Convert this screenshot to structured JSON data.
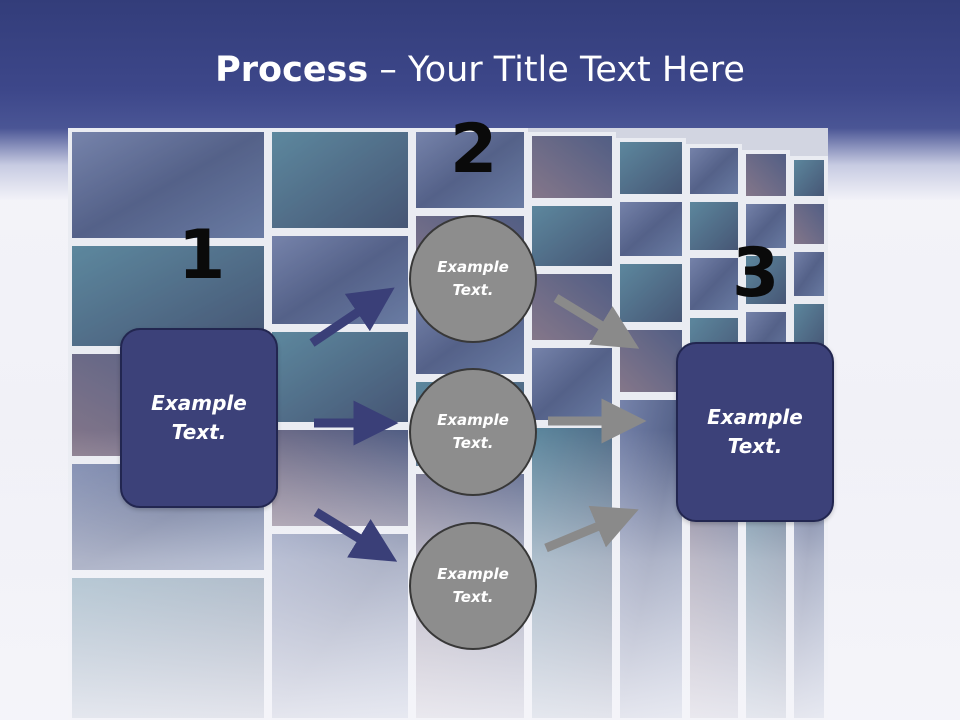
{
  "title": {
    "bold": "Process",
    "rest": " – Your Title Text Here"
  },
  "steps": {
    "n1": "1",
    "n2": "2",
    "n3": "3"
  },
  "left_box": {
    "text": "Example\nText."
  },
  "circles": [
    {
      "text": "Example\nText."
    },
    {
      "text": "Example\nText."
    },
    {
      "text": "Example\nText."
    }
  ],
  "right_box": {
    "text": "Example\nText."
  },
  "colors": {
    "header": "#3d478a",
    "box": "#3c4179",
    "circle": "#8d8d8d",
    "arrow_blue": "#3a3f78",
    "arrow_gray": "#8a8a8a"
  }
}
